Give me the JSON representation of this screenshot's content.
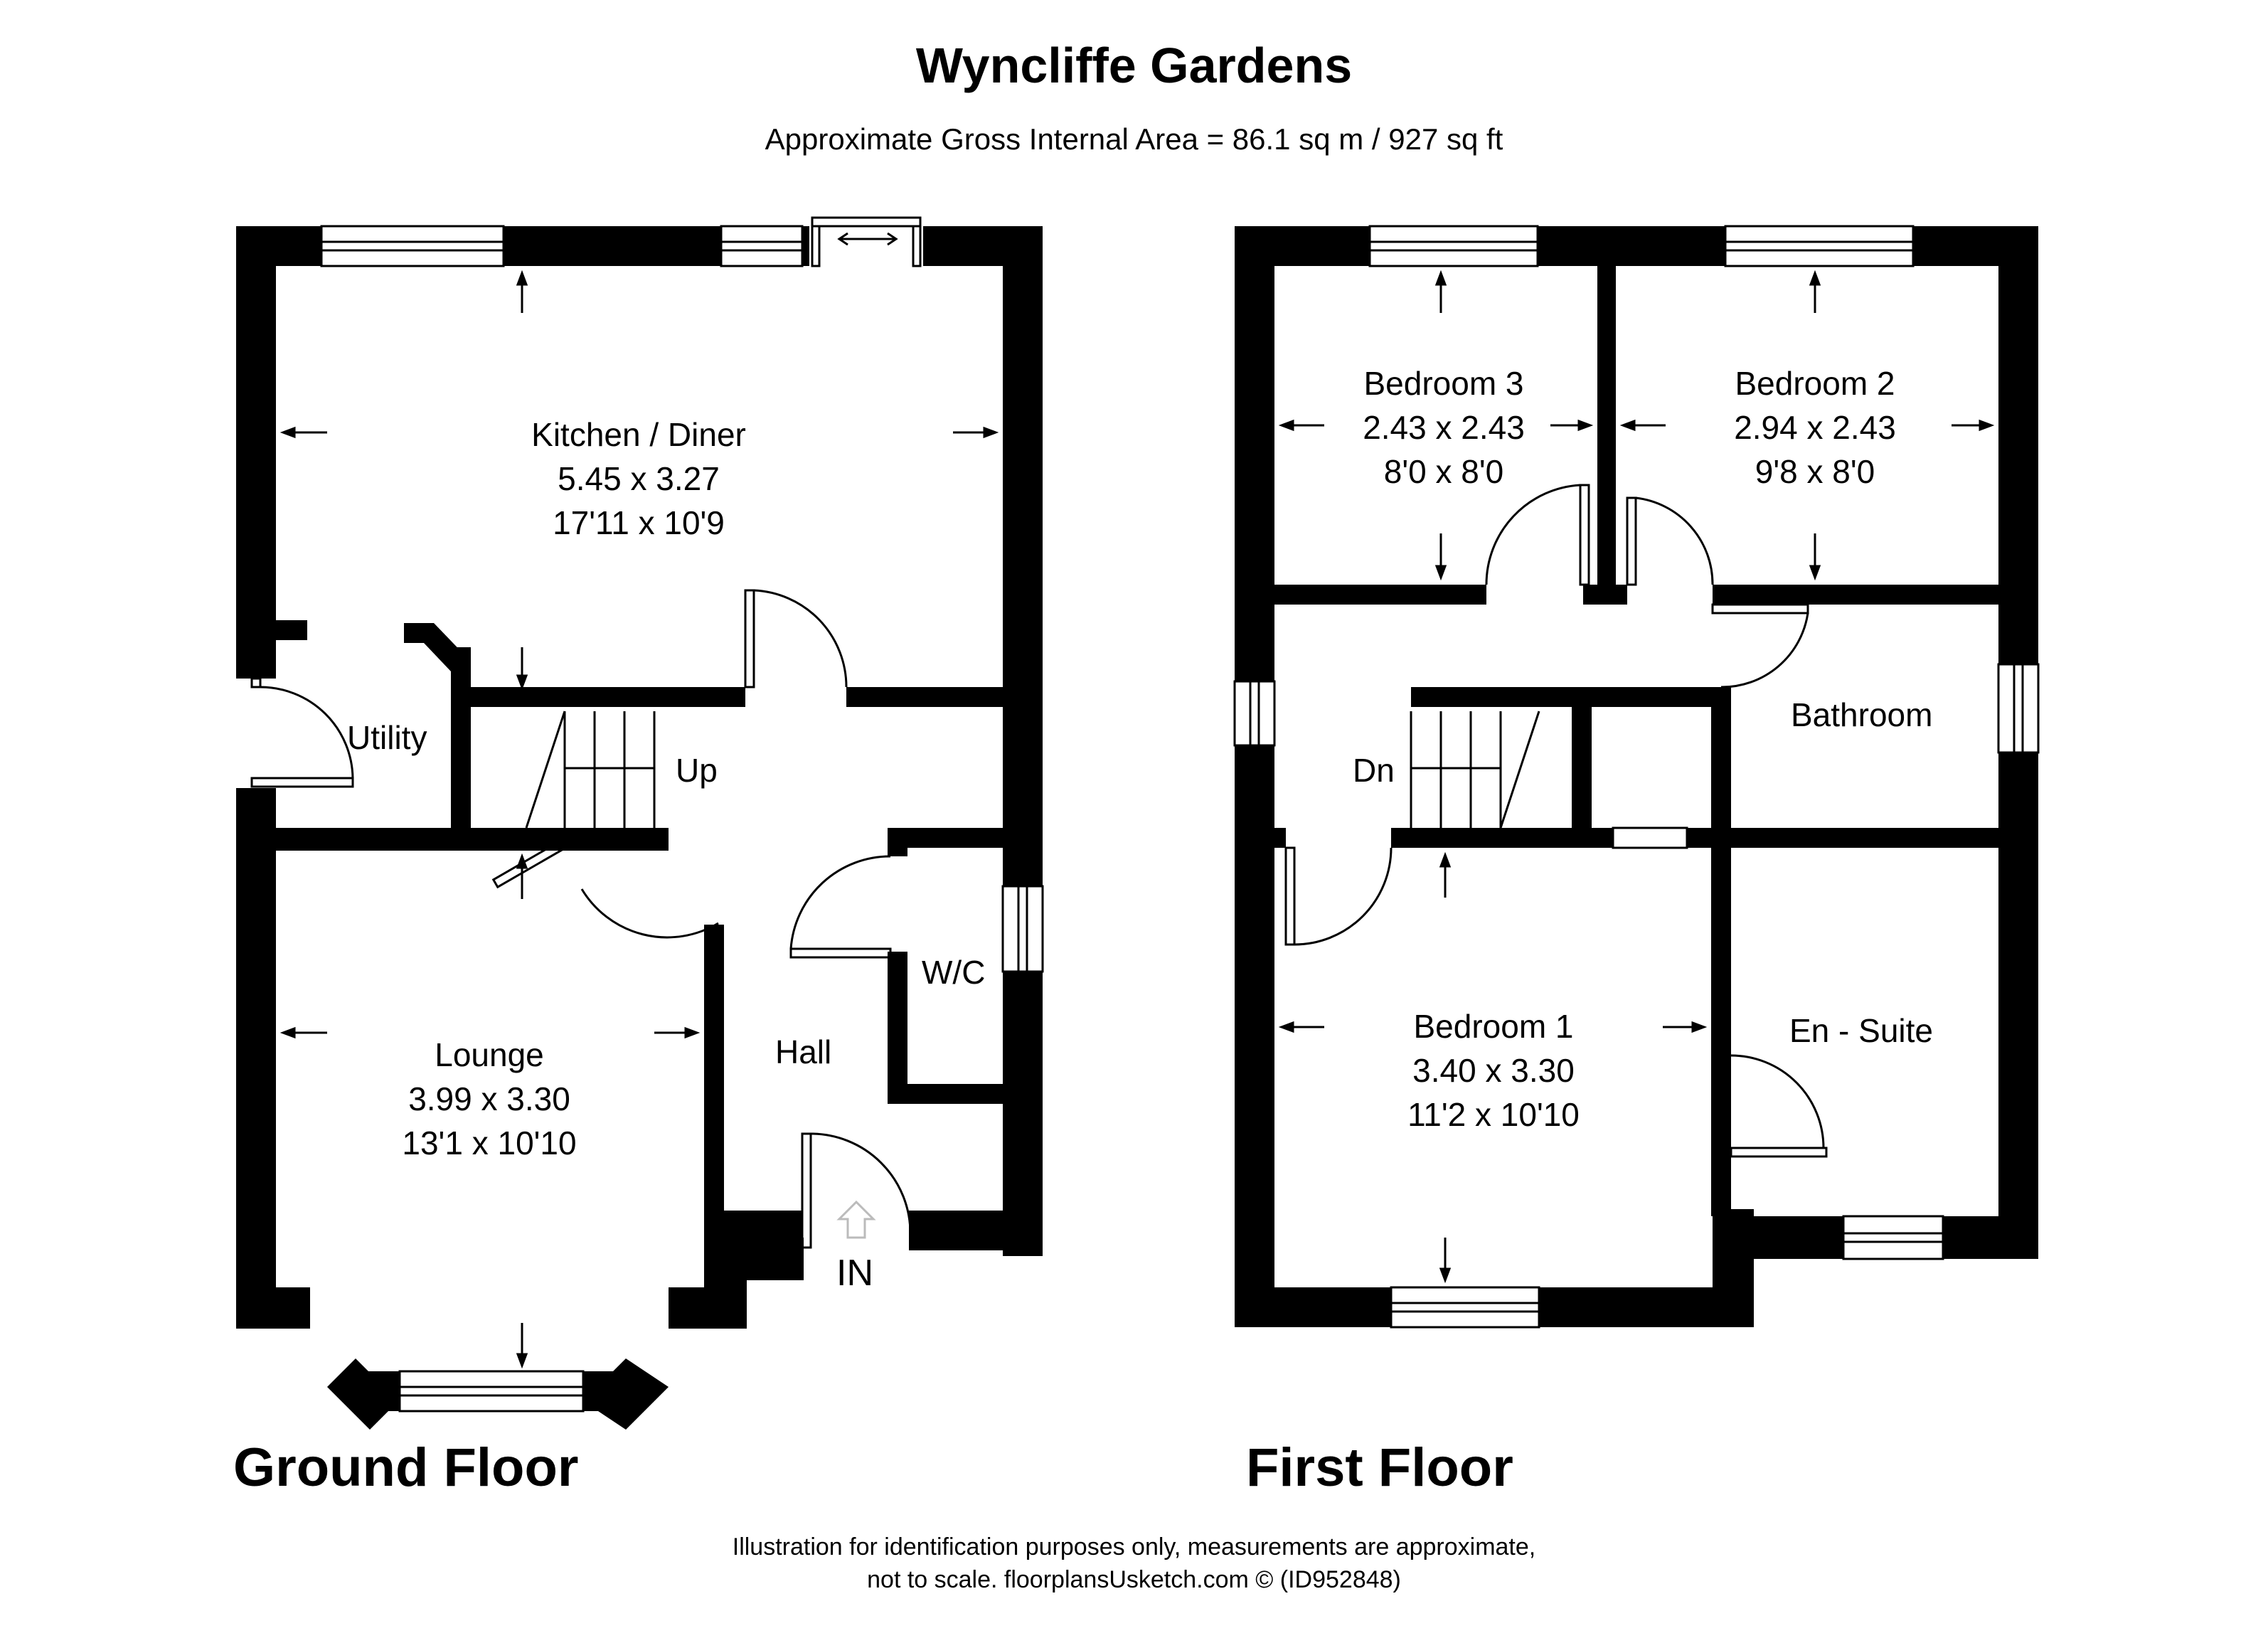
{
  "header": {
    "title": "Wyncliffe Gardens",
    "area": "Approximate Gross Internal Area = 86.1 sq m / 927 sq ft"
  },
  "floors": {
    "ground": "Ground Floor",
    "first": "First Floor"
  },
  "rooms": {
    "kitchen": {
      "name": "Kitchen / Diner",
      "metric": "5.45 x 3.27",
      "imperial": "17'11 x 10'9"
    },
    "lounge": {
      "name": "Lounge",
      "metric": "3.99 x 3.30",
      "imperial": "13'1 x 10'10"
    },
    "bedroom3": {
      "name": "Bedroom 3",
      "metric": "2.43 x 2.43",
      "imperial": "8'0 x 8'0"
    },
    "bedroom2": {
      "name": "Bedroom 2",
      "metric": "2.94 x 2.43",
      "imperial": "9'8 x 8'0"
    },
    "bedroom1": {
      "name": "Bedroom 1",
      "metric": "3.40 x 3.30",
      "imperial": "11'2 x 10'10"
    },
    "utility": "Utility",
    "hall": "Hall",
    "wc": "W/C",
    "bathroom": "Bathroom",
    "ensuite": "En - Suite"
  },
  "labels": {
    "up": "Up",
    "down": "Dn",
    "entrance": "IN"
  },
  "footer": {
    "line1": "Illustration for identification purposes only, measurements are approximate,",
    "line2": "not to scale. floorplansUsketch.com © (ID952848)"
  }
}
